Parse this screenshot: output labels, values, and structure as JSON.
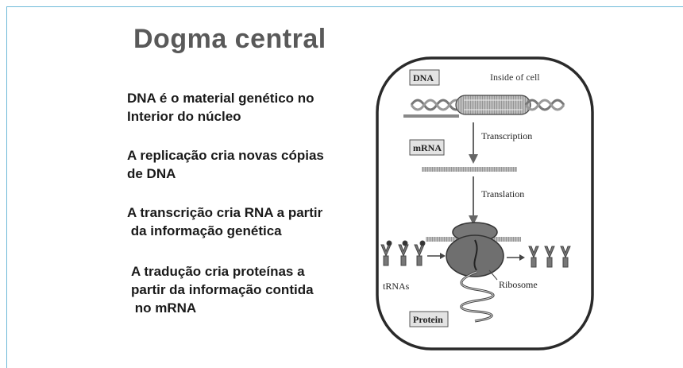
{
  "slide": {
    "title": "Dogma central",
    "bullets": [
      "DNA é o material genético no\nInterior do núcleo",
      "A replicação cria novas cópias\nde DNA",
      "A transcrição cria RNA a partir\n da informação genética",
      "A tradução cria proteínas a\npartir da informação contida\n no mRNA"
    ]
  },
  "diagram": {
    "inside_label": "Inside of cell",
    "dna_label": "DNA",
    "mrna_label": "mRNA",
    "transcription_label": "Transcription",
    "translation_label": "Translation",
    "trnas_label": "tRNAs",
    "ribosome_label": "Ribosome",
    "protein_label": "Protein"
  }
}
